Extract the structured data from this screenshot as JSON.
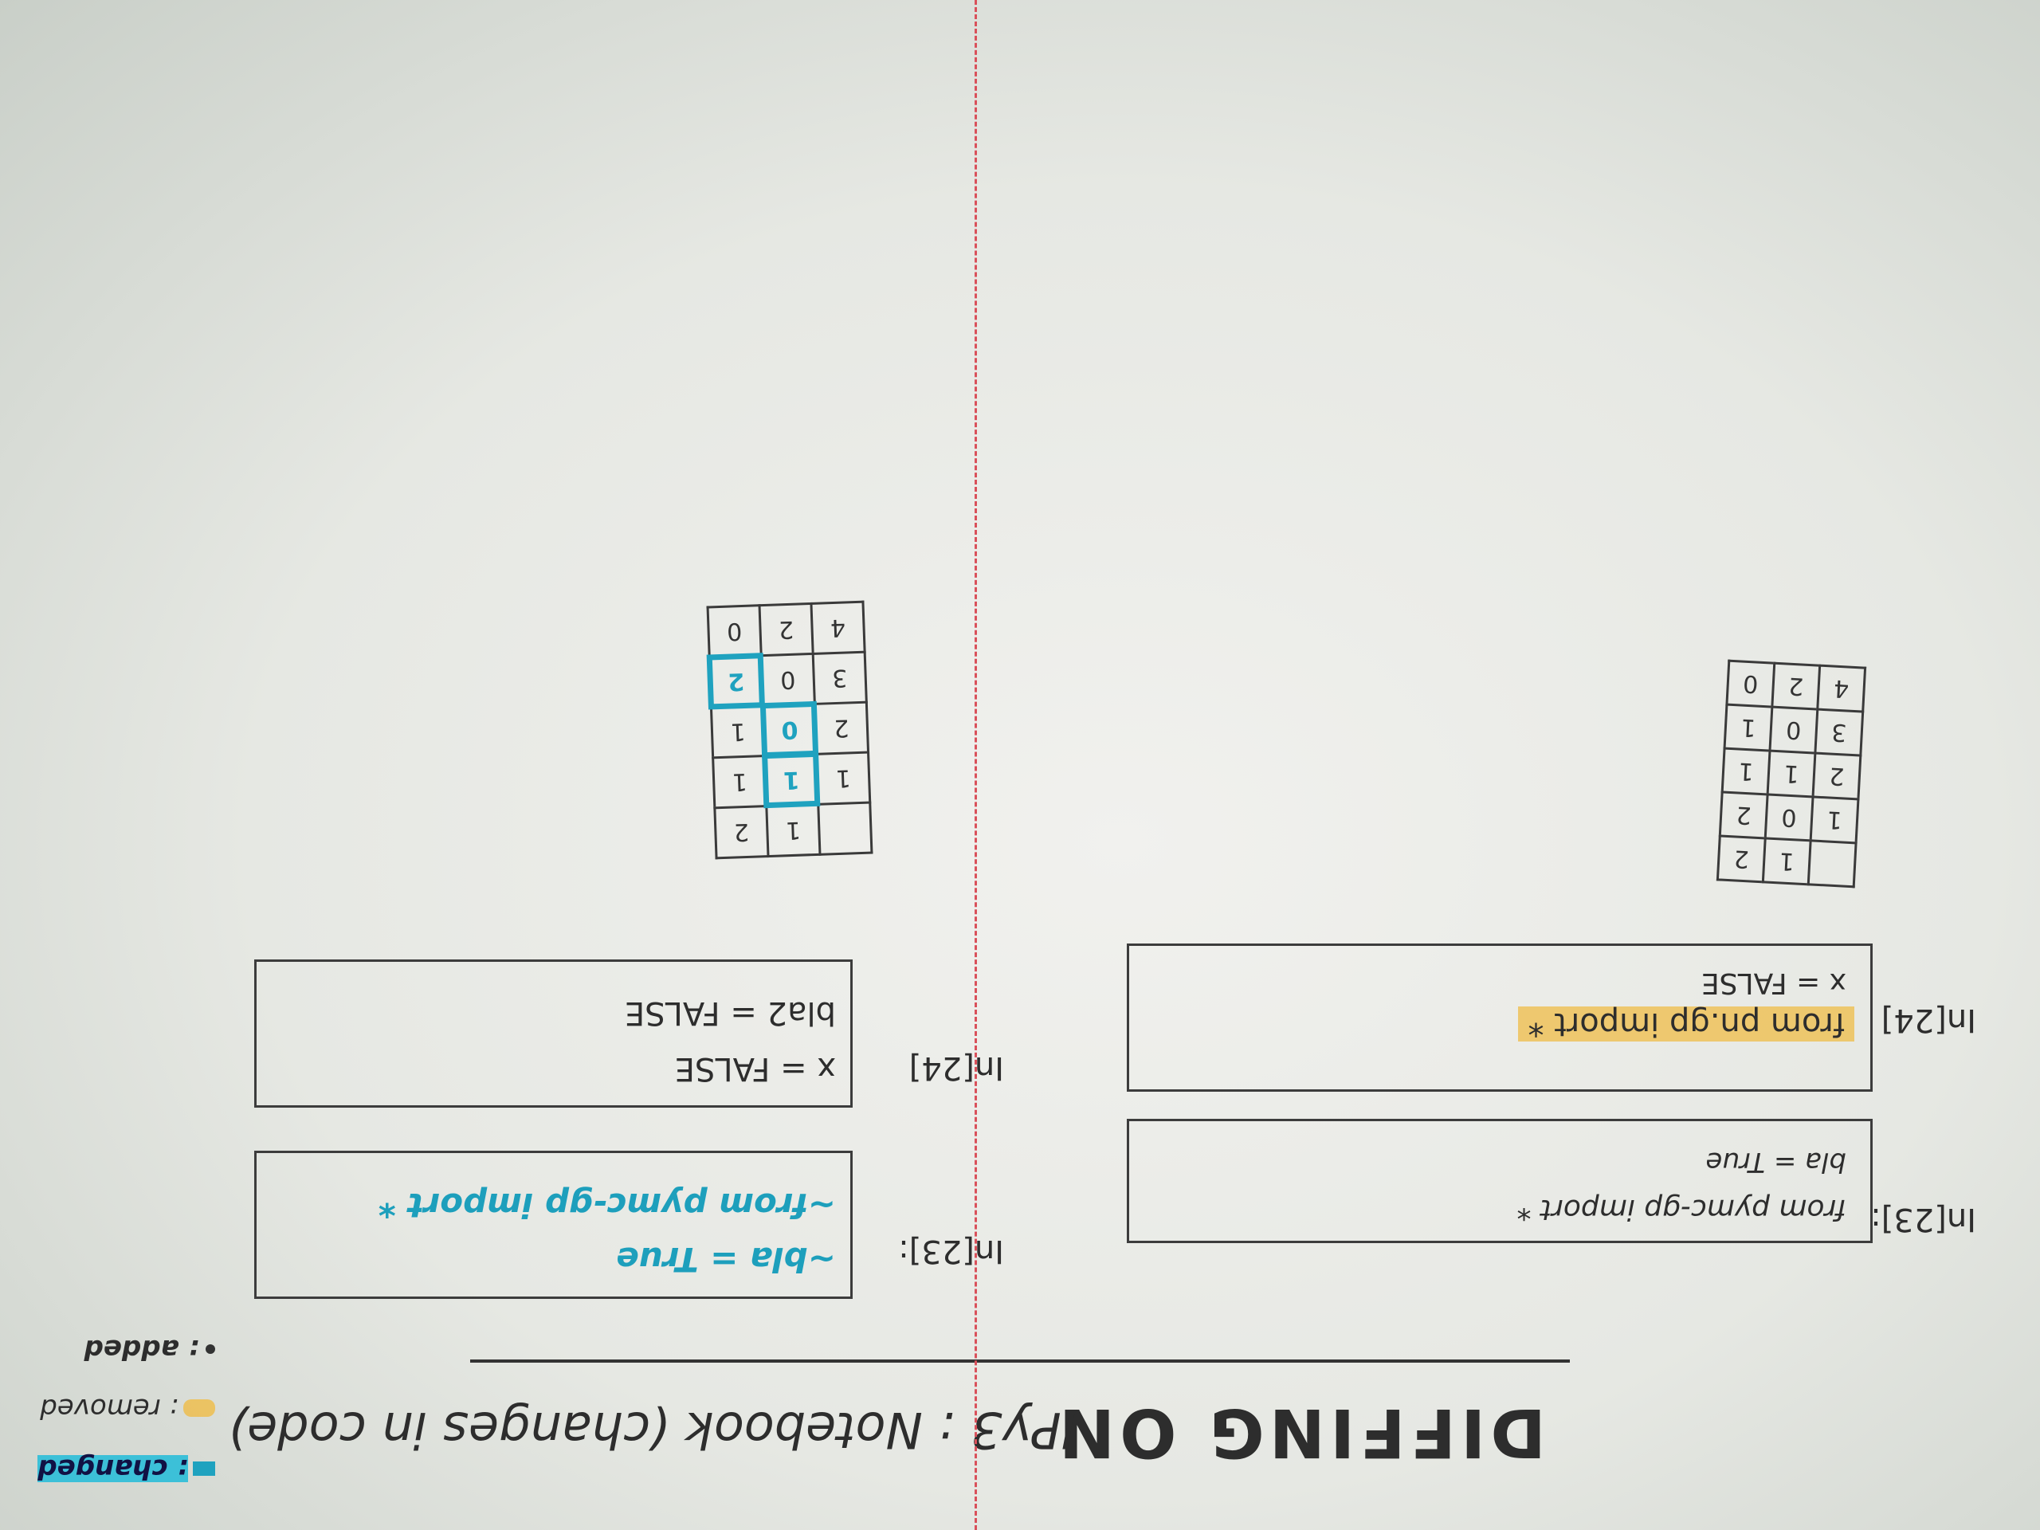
{
  "title": "DIFFING ON",
  "subtitle": "IPy3 : Notebook (changes in code)",
  "legend": {
    "changed_label": ": changed",
    "removed_label": ": removed",
    "added_label": ": added"
  },
  "left": {
    "cell1": {
      "prompt": "In[23]:",
      "lines": [
        "from pymc-gp import *",
        "bla = True"
      ]
    },
    "cell2": {
      "prompt": "In[24]",
      "lines": [
        "from pn.gp import *",
        "x = FALSE"
      ]
    },
    "table": [
      [
        "",
        "1",
        "2"
      ],
      [
        "1",
        "0",
        "2"
      ],
      [
        "2",
        "1",
        "1"
      ],
      [
        "3",
        "0",
        "1"
      ],
      [
        "4",
        "2",
        "0"
      ]
    ]
  },
  "right": {
    "cell1": {
      "prompt": "In[23]:",
      "lines": [
        "~bla = True",
        "~from pymc-gp import *"
      ]
    },
    "cell2": {
      "prompt": "In[24]",
      "lines": [
        "x = FALSE",
        "bla2 = FALSE"
      ]
    },
    "table": [
      [
        "",
        "1",
        "2"
      ],
      [
        "1",
        "1",
        "1"
      ],
      [
        "2",
        "0",
        "1"
      ],
      [
        "3",
        "0",
        "2"
      ],
      [
        "4",
        "2",
        "0"
      ]
    ]
  },
  "colors": {
    "changed": "#1fa2bf",
    "removed": "#f0b93c",
    "divider": "#d9505a"
  }
}
